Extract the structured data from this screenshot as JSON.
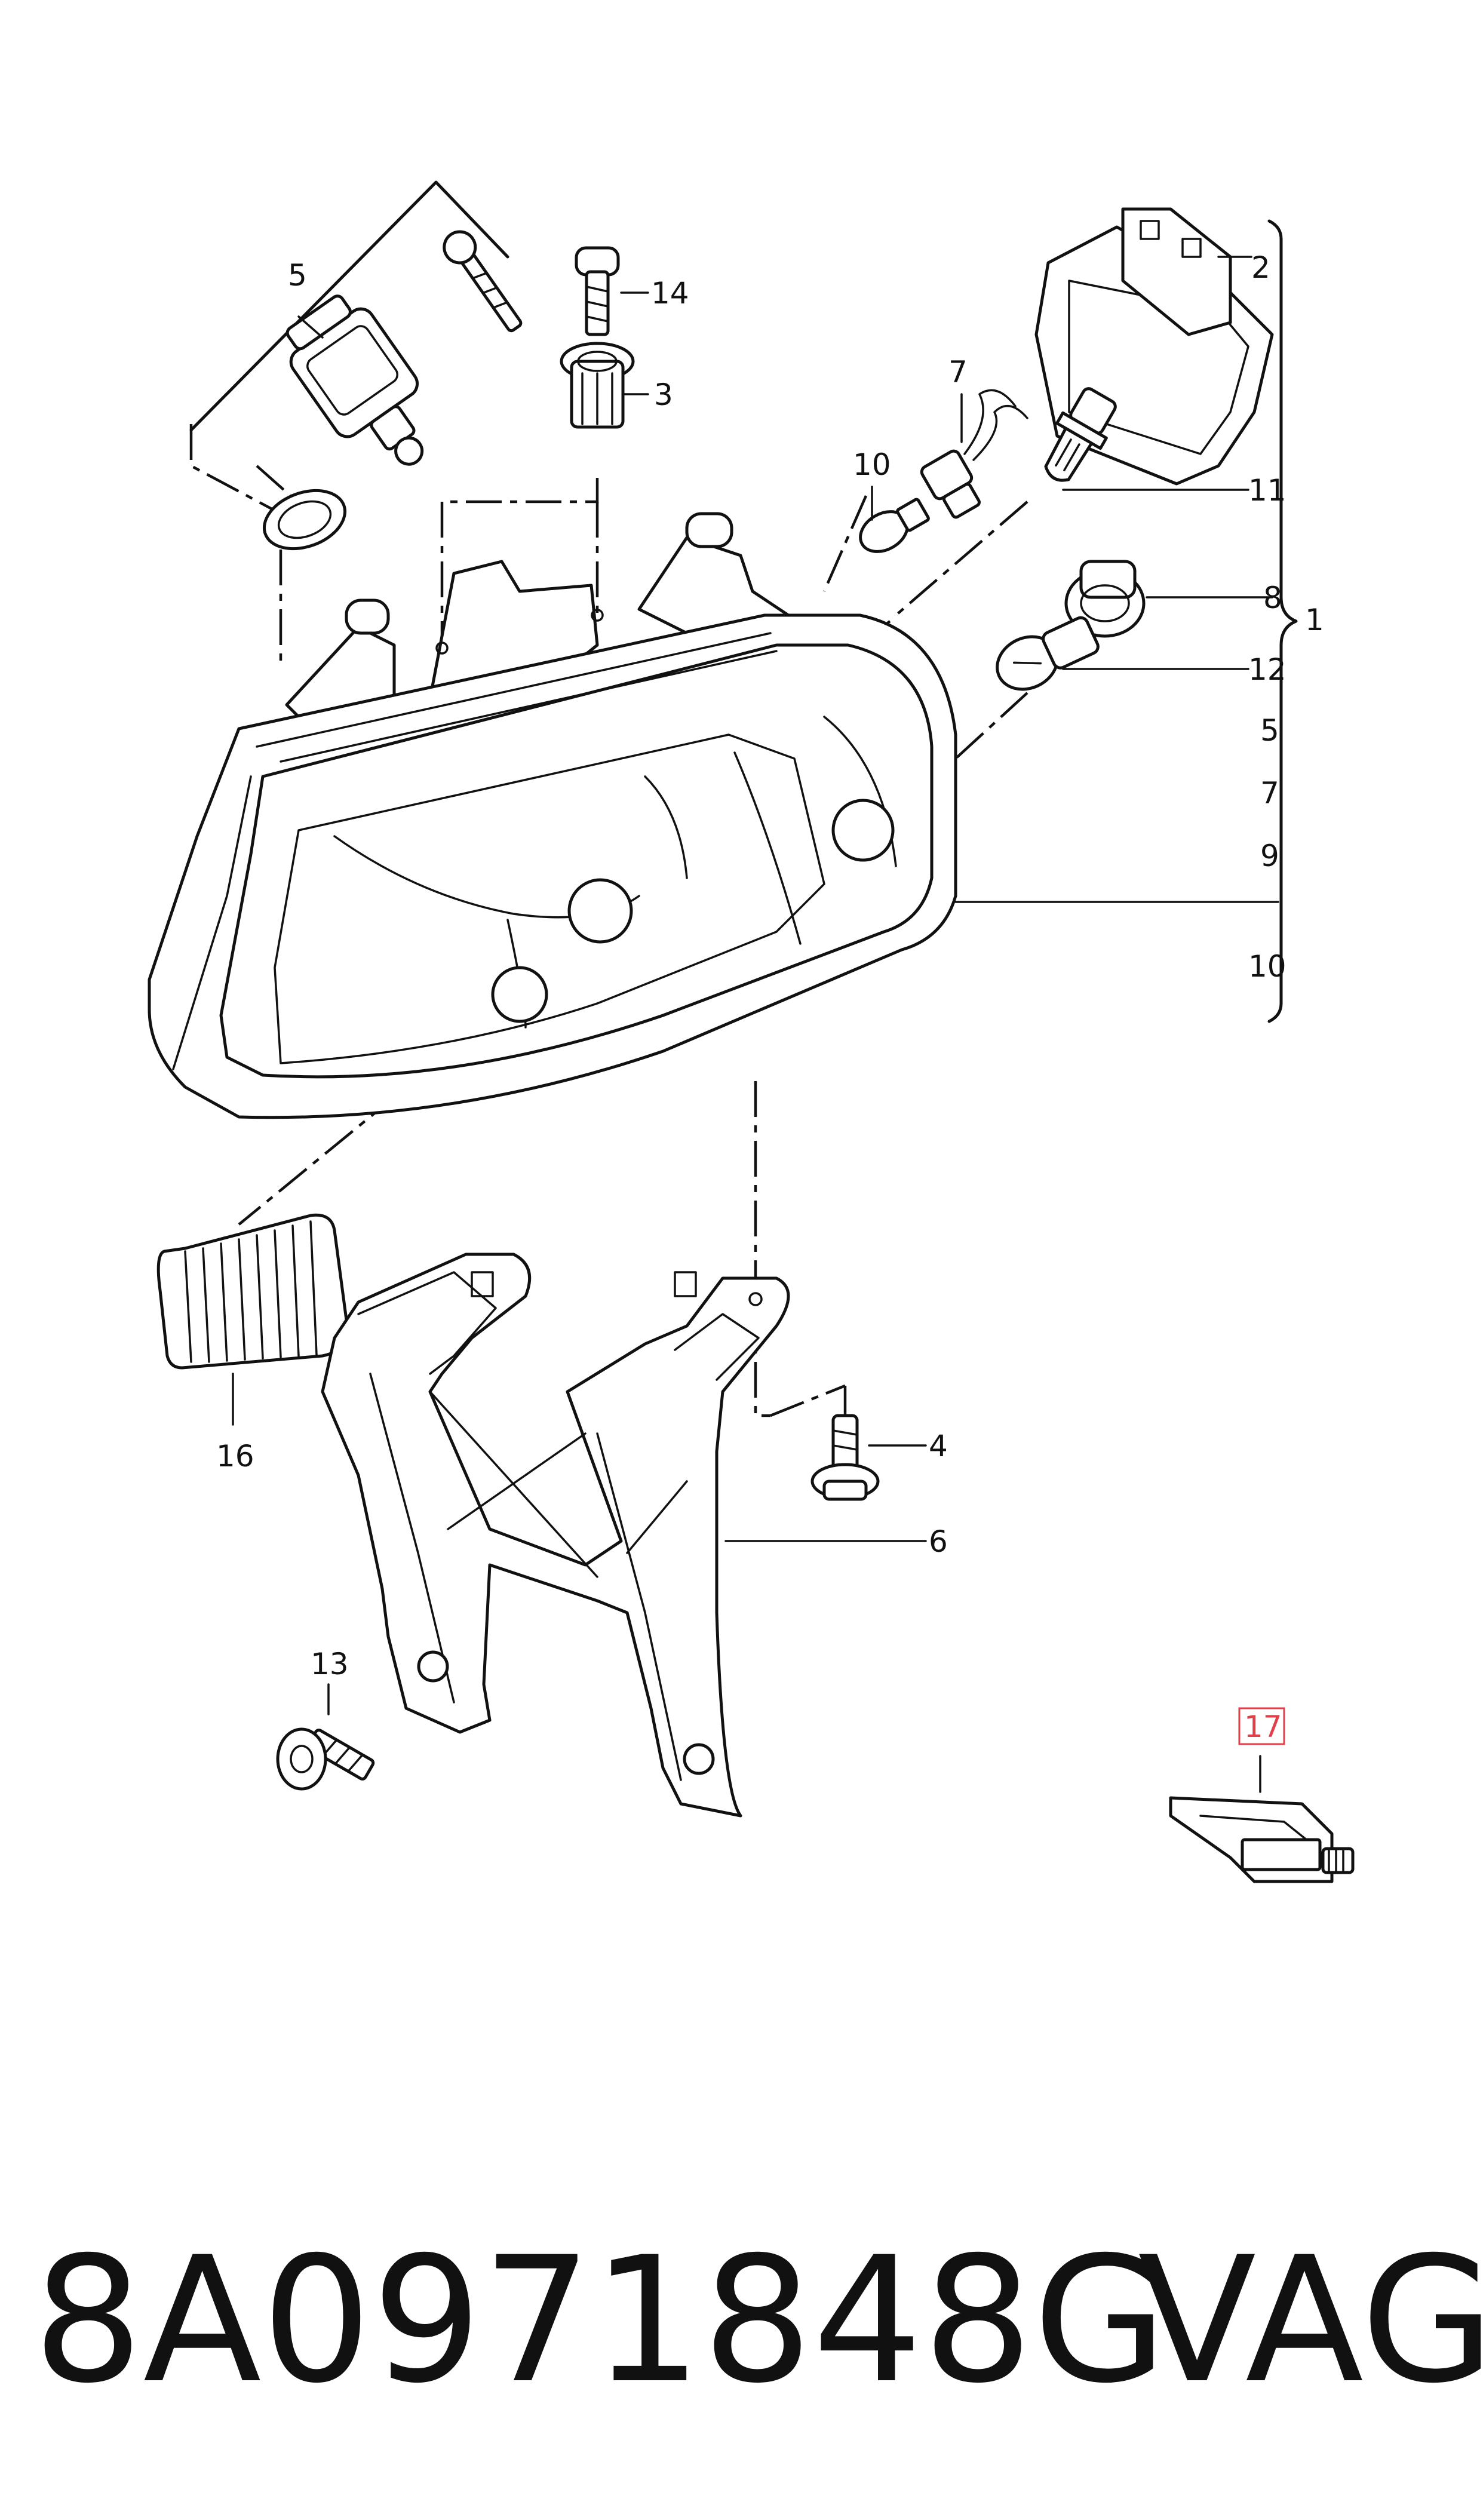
{
  "diagram": {
    "callouts": {
      "c1": "1",
      "c2": "2",
      "c3": "3",
      "c4": "4",
      "c5_top": "5",
      "c5_list": "5",
      "c6": "6",
      "c7_top": "7",
      "c7_list": "7",
      "c8": "8",
      "c9": "9",
      "c10_top": "10",
      "c10_list": "10",
      "c11": "11",
      "c12": "12",
      "c13": "13",
      "c14": "14",
      "c16": "16",
      "c17": "17"
    },
    "highlight_color": "#e0404a"
  },
  "footer": {
    "part_number": "8A0971848G",
    "brand": "VAG"
  }
}
